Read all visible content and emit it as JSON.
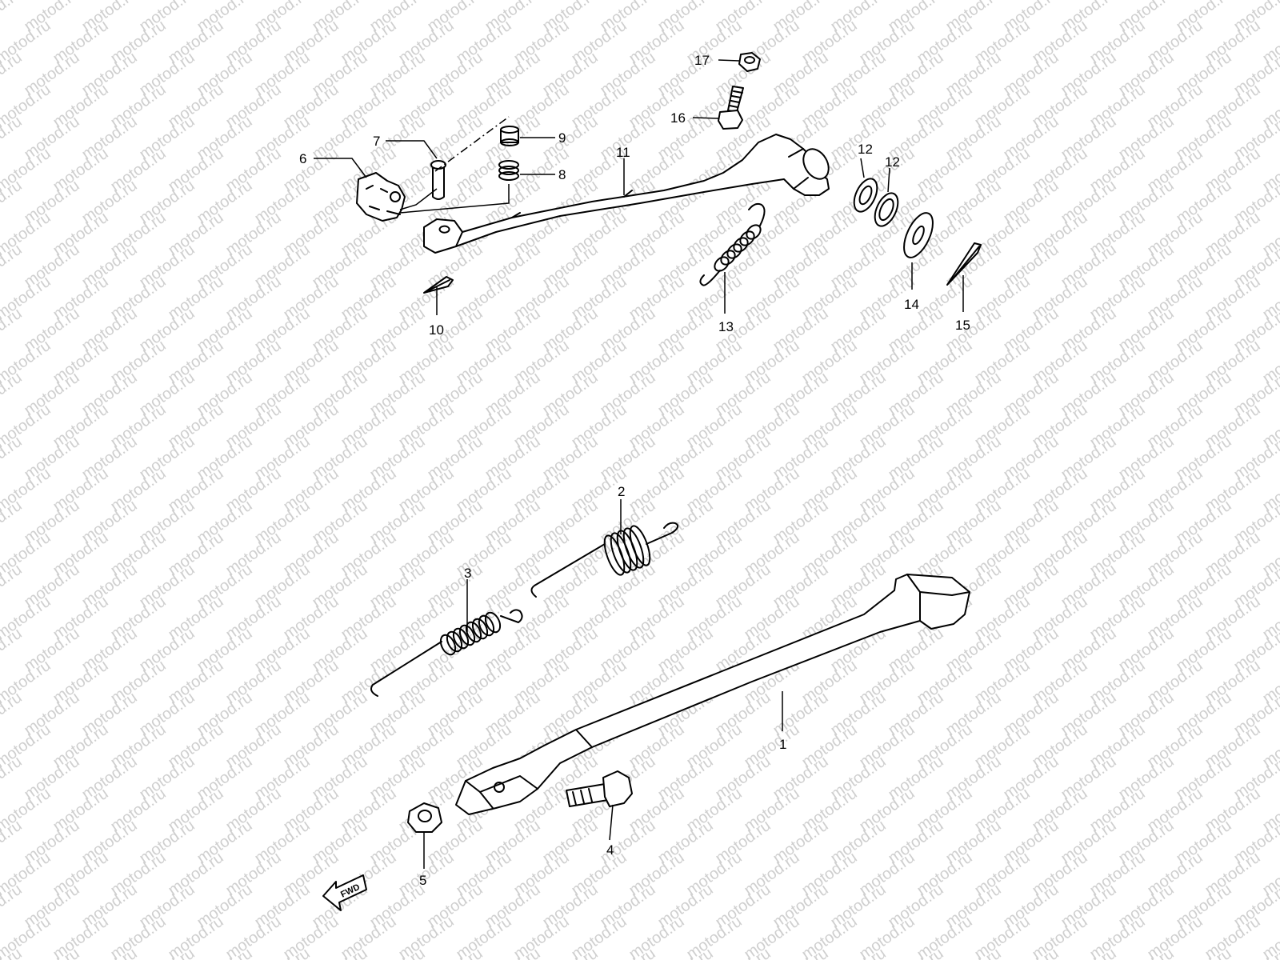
{
  "watermark": {
    "text": "motod.ru",
    "color": "#cfcfcf"
  },
  "diagram": {
    "line_color": "#000000",
    "background": "#ffffff",
    "callouts": [
      {
        "id": "1",
        "label": "1",
        "part": "side-stand"
      },
      {
        "id": "2",
        "label": "2",
        "part": "side-stand-spring-outer"
      },
      {
        "id": "3",
        "label": "3",
        "part": "side-stand-spring-inner"
      },
      {
        "id": "4",
        "label": "4",
        "part": "side-stand-bolt"
      },
      {
        "id": "5",
        "label": "5",
        "part": "side-stand-nut"
      },
      {
        "id": "6",
        "label": "6",
        "part": "rear-brake-joint"
      },
      {
        "id": "7",
        "label": "7",
        "part": "joint-pin"
      },
      {
        "id": "8",
        "label": "8",
        "part": "adjuster-spring"
      },
      {
        "id": "9",
        "label": "9",
        "part": "adjuster-nut"
      },
      {
        "id": "10",
        "label": "10",
        "part": "cotter-pin-small"
      },
      {
        "id": "11",
        "label": "11",
        "part": "brake-pedal"
      },
      {
        "id": "12a",
        "label": "12",
        "part": "oil-seal-left"
      },
      {
        "id": "12b",
        "label": "12",
        "part": "oil-seal-right"
      },
      {
        "id": "13",
        "label": "13",
        "part": "pedal-return-spring"
      },
      {
        "id": "14",
        "label": "14",
        "part": "washer"
      },
      {
        "id": "15",
        "label": "15",
        "part": "cotter-pin-large"
      },
      {
        "id": "16",
        "label": "16",
        "part": "stopper-bolt"
      },
      {
        "id": "17",
        "label": "17",
        "part": "stopper-nut"
      }
    ],
    "fwd_label": "FWD",
    "fwd_icon": "arrow-left-icon"
  }
}
